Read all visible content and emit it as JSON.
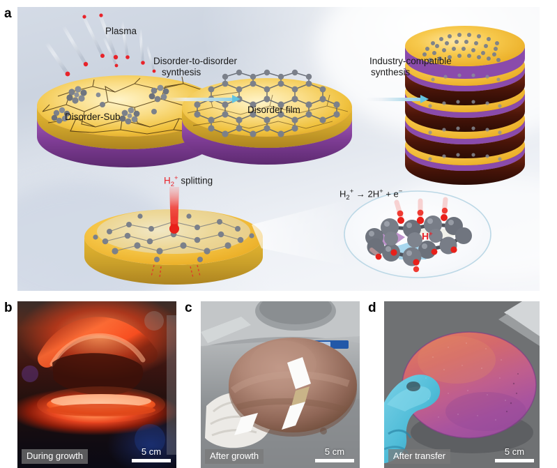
{
  "figure": {
    "panels": [
      {
        "letter": "a"
      },
      {
        "letter": "b"
      },
      {
        "letter": "c"
      },
      {
        "letter": "d"
      }
    ]
  },
  "panel_a": {
    "labels": {
      "plasma": "Plasma",
      "disorder_sub": "Disorder-Sub",
      "disorder_film": "Disorder film",
      "arrow1_line1": "Disorder-to-disorder",
      "arrow1_line2": "synthesis",
      "arrow2_line1": "Industry-compatible",
      "arrow2_line2": "synthesis",
      "splitting_species": "H",
      "splitting_sub": "2",
      "splitting_sup": "+",
      "splitting_word": "splitting",
      "equation_lhs": "H",
      "equation_lhs_sub": "2",
      "equation_lhs_sup": "+",
      "equation_arrow": "→",
      "equation_rhs": "2H",
      "equation_rhs_sup": "+",
      "equation_plus": "+",
      "equation_electron": "e",
      "equation_electron_sup": "−",
      "proton_label": "H",
      "proton_label_sup": "+"
    },
    "colors": {
      "background_light": "#eef1f6",
      "background_dark": "#ccd4e0",
      "wafer_gold": "#f3c53f",
      "substrate_purple": "#7c3b8e",
      "atom_gray": "#7b808a",
      "accent_red": "#e8232a",
      "arrow_cyan": "#63c3de"
    }
  },
  "panel_b": {
    "caption": "During growth",
    "scale_label": "5 cm"
  },
  "panel_c": {
    "caption": "After growth",
    "scale_label": "5 cm"
  },
  "panel_d": {
    "caption": "After transfer",
    "scale_label": "5 cm"
  }
}
